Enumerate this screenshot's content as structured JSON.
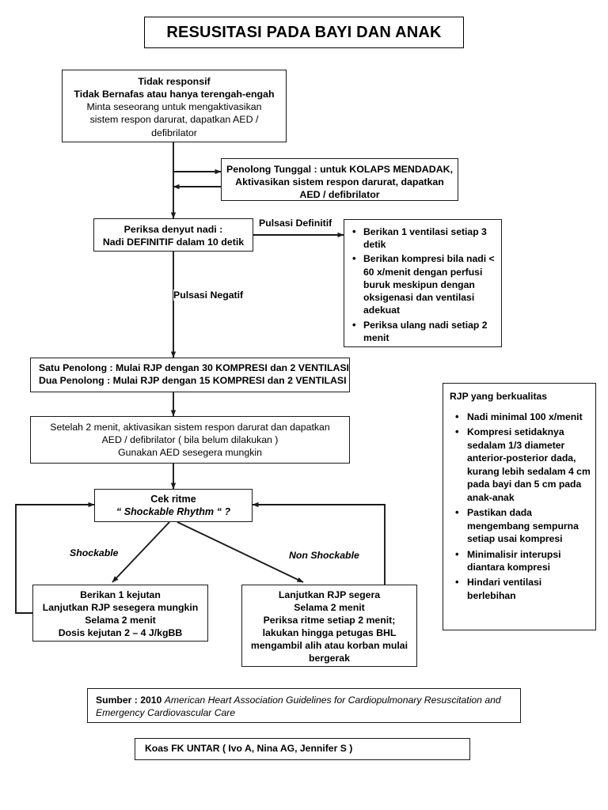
{
  "title": "RESUSITASI PADA BAYI DAN ANAK",
  "nodes": {
    "unresponsive": {
      "lines": [
        "Tidak responsif",
        "Tidak Bernafas atau hanya terengah-engah",
        "Minta seseorang untuk mengaktivasikan",
        "sistem respon darurat, dapatkan AED /",
        "defibrilator"
      ]
    },
    "single_rescuer": {
      "lines": [
        "Penolong Tunggal : untuk KOLAPS MENDADAK,",
        "Aktivasikan sistem respon darurat, dapatkan",
        "AED / defibrilator"
      ]
    },
    "check_pulse": {
      "lines": [
        "Periksa denyut nadi :",
        "Nadi DEFINITIF dalam 10 detik"
      ]
    },
    "definite_pulse": {
      "bullets": [
        "Berikan 1 ventilasi setiap 3 detik",
        "Berikan kompresi bila nadi < 60 x/menit dengan perfusi buruk meskipun dengan oksigenasi dan ventilasi adekuat",
        "Periksa ulang nadi setiap 2 menit"
      ]
    },
    "rescuers": {
      "lines": [
        "Satu Penolong  : Mulai RJP dengan 30 KOMPRESI dan 2 VENTILASI",
        "Dua Penolong  : Mulai RJP dengan 15 KOMPRESI dan 2 VENTILASI"
      ]
    },
    "after_two_minutes": {
      "lines": [
        "Setelah 2 menit, aktivasikan sistem respon darurat dan dapatkan",
        "AED / defibrilator ( bila belum dilakukan )",
        "Gunakan AED sesegera mungkin"
      ]
    },
    "check_rhythm": {
      "line1": "Cek ritme",
      "line2": "“ Shockable Rhythm “ ?"
    },
    "shockable_action": {
      "lines": [
        "Berikan 1 kejutan",
        "Lanjutkan RJP sesegera mungkin",
        "Selama 2 menit",
        "Dosis kejutan 2 – 4 J/kgBB"
      ]
    },
    "non_shockable_action": {
      "lines": [
        "Lanjutkan RJP segera",
        "Selama 2 menit",
        "Periksa ritme setiap 2 menit;",
        "lakukan hingga petugas BHL",
        "mengambil alih atau korban mulai",
        "bergerak"
      ]
    },
    "quality": {
      "heading": "RJP yang berkualitas",
      "bullets": [
        "Nadi minimal 100 x/menit",
        "Kompresi setidaknya sedalam 1/3 diameter anterior-posterior dada, kurang lebih sedalam 4 cm pada bayi dan 5 cm pada anak-anak",
        "Pastikan dada mengembang sempurna setiap usai kompresi",
        "Minimalisir interupsi diantara kompresi",
        "Hindari ventilasi berlebihan"
      ]
    },
    "source": {
      "prefix": "Sumber : 2010 ",
      "citation": "American Heart Association Guidelines for Cardiopulmonary Resuscitation and Emergency Cardiovascular Care"
    },
    "authors": {
      "text": "Koas FK UNTAR ( Ivo A, Nina AG, Jennifer S )"
    }
  },
  "edge_labels": {
    "pulsasi_definitif": "Pulsasi Definitif",
    "pulsasi_negatif": "Pulsasi  Negatif",
    "shockable": "Shockable",
    "non_shockable": "Non Shockable"
  },
  "colors": {
    "stroke": "#1a1a1a",
    "background": "#ffffff",
    "text": "#000000"
  }
}
